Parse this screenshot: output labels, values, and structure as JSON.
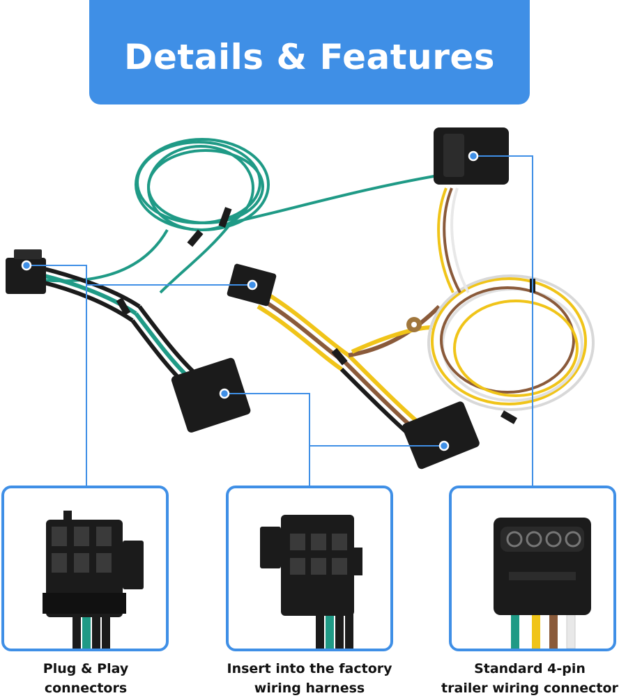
{
  "banner": {
    "title": "Details & Features"
  },
  "features": [
    {
      "caption_lines": [
        "Plug & Play connectors"
      ]
    },
    {
      "caption_lines": [
        "Insert into the factory",
        "wiring harness"
      ]
    },
    {
      "caption_lines": [
        "Standard 4-pin",
        "trailer wiring connector"
      ]
    }
  ],
  "colors": {
    "accent": "#3f8fe6",
    "wire_green": "#1f9a86",
    "wire_yellow": "#f0c419",
    "wire_brown": "#8a5a3a",
    "wire_white": "#f4f4f4",
    "connector": "#1b1b1b"
  }
}
